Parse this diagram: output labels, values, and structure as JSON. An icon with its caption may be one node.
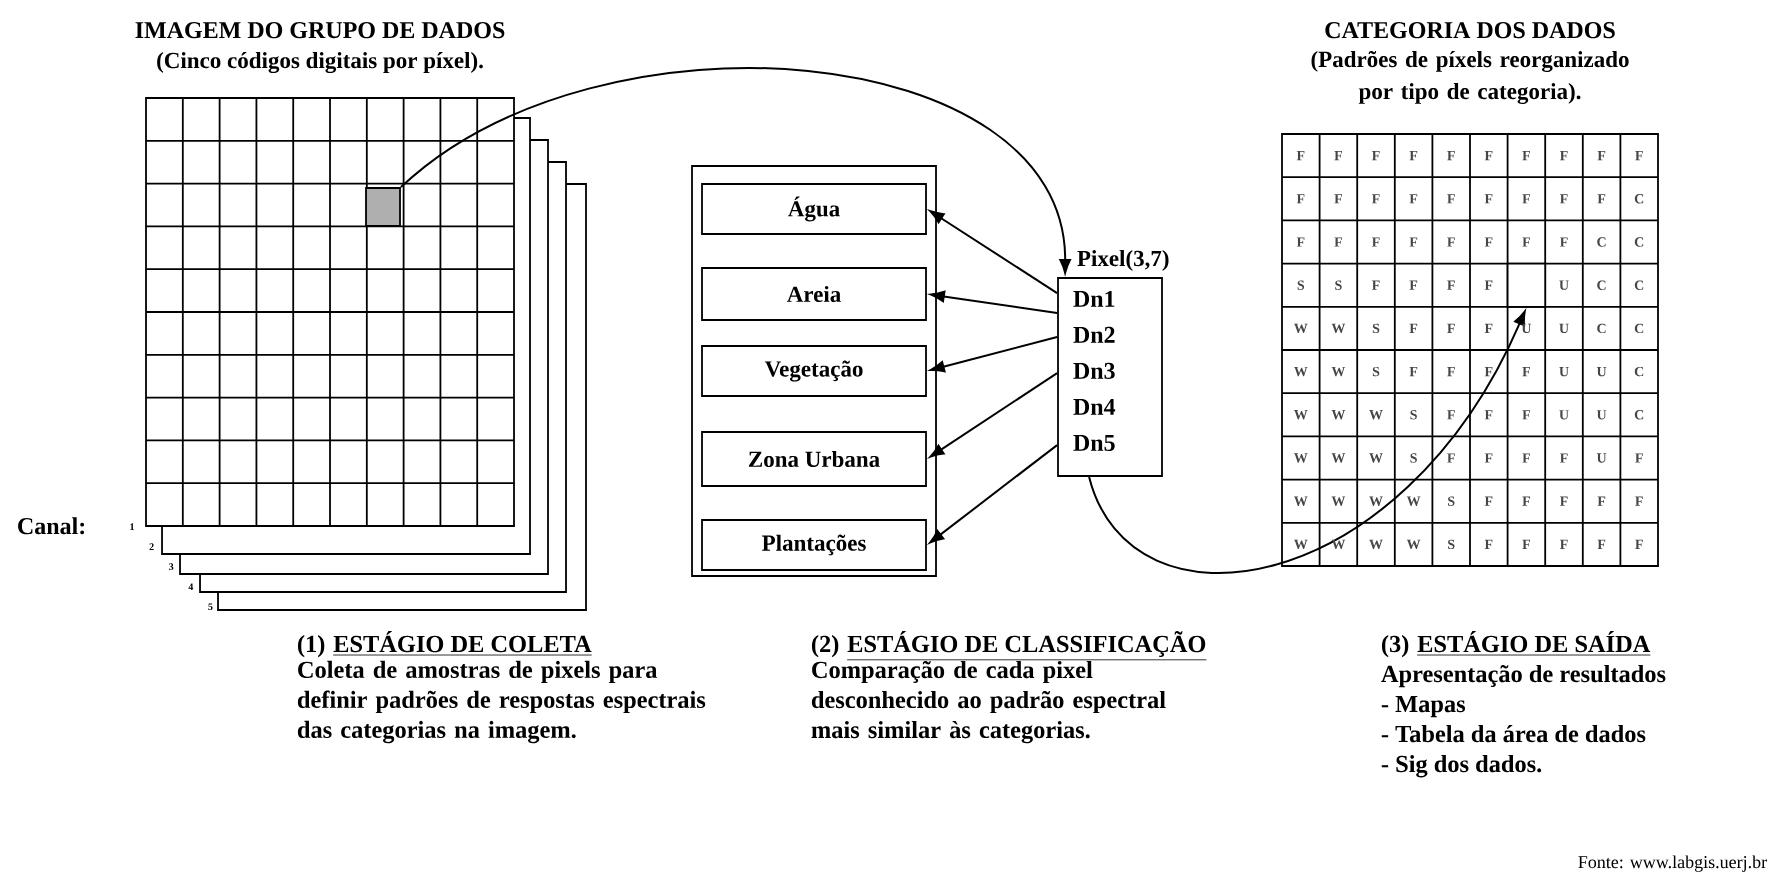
{
  "diagram": {
    "nodes": [
      {
        "text": [
          "IMAGEM DO GRUPO DE DADOS",
          "(Cinco códigos digitais por píxel)."
        ]
      },
      {
        "text": [],
        "shape": "box",
        "in": 0
      },
      {
        "text": [],
        "shape": "box"
      },
      {
        "text": [
          "Água"
        ],
        "in": 2
      },
      {
        "text": [
          "Areia"
        ],
        "in": 2
      },
      {
        "text": [
          "Vegetação"
        ],
        "in": 2
      },
      {
        "text": [
          "Zona Urbana"
        ],
        "in": 2
      },
      {
        "text": [
          "Plantações"
        ],
        "in": 2
      },
      {
        "text": [
          "Pixel(3,7)",
          "Dn1 Dn2 Dn3 Dn4 Dn5"
        ]
      },
      {
        "text": [
          "CATEGORIA DOS DADOS",
          "(Padrões de píxels reorganizado por tipo de categoria)."
        ]
      },
      {
        "text": [],
        "shape": "box",
        "in": 9
      }
    ],
    "edges": [
      {
        "from": 1,
        "to": 8,
        "arrow": "to"
      },
      {
        "from": 8,
        "to": 3,
        "arrow": "to"
      },
      {
        "from": 8,
        "to": 4,
        "arrow": "to"
      },
      {
        "from": 8,
        "to": 5,
        "arrow": "to"
      },
      {
        "from": 8,
        "to": 6,
        "arrow": "to"
      },
      {
        "from": 8,
        "to": 7,
        "arrow": "to"
      },
      {
        "from": 8,
        "to": 10,
        "arrow": "to"
      }
    ],
    "labels": [
      "Canal:",
      "1",
      "2",
      "3",
      "4",
      "5",
      "F",
      "F",
      "F",
      "F",
      "F",
      "F",
      "F",
      "F",
      "F",
      "F",
      "F",
      "F",
      "F",
      "F",
      "F",
      "F",
      "F",
      "F",
      "F",
      "C",
      "F",
      "F",
      "F",
      "F",
      "F",
      "F",
      "F",
      "F",
      "C",
      "C",
      "S",
      "S",
      "F",
      "F",
      "F",
      "F",
      "U",
      "C",
      "C",
      "W",
      "W",
      "S",
      "F",
      "F",
      "F",
      "U",
      "U",
      "C",
      "C",
      "W",
      "W",
      "S",
      "F",
      "F",
      "F",
      "F",
      "U",
      "U",
      "C",
      "W",
      "W",
      "W",
      "S",
      "F",
      "F",
      "F",
      "U",
      "U",
      "C",
      "W",
      "W",
      "W",
      "S",
      "F",
      "F",
      "F",
      "F",
      "U",
      "F",
      "W",
      "W",
      "W",
      "W",
      "S",
      "F",
      "F",
      "F",
      "F",
      "F",
      "W",
      "W",
      "W",
      "W",
      "S",
      "F",
      "F",
      "F",
      "F",
      "F",
      "(1)",
      "ESTÁGIO DE COLETA",
      "Coleta de amostras de pixels para definir padrões de respostas espectrais das categorias na imagem.",
      "(2)",
      "ESTÁGIO DE CLASSIFICAÇÃO",
      "Comparação de cada pixel desconhecido ao padrão espectral mais similar às categorias.",
      "(3)",
      "ESTÁGIO DE SAÍDA",
      "Apresentação de resultados",
      "- Mapas",
      "- Tabela da área de dados",
      "- Sig dos dados.",
      "Fonte: www.labgis.uerj.br"
    ]
  }
}
